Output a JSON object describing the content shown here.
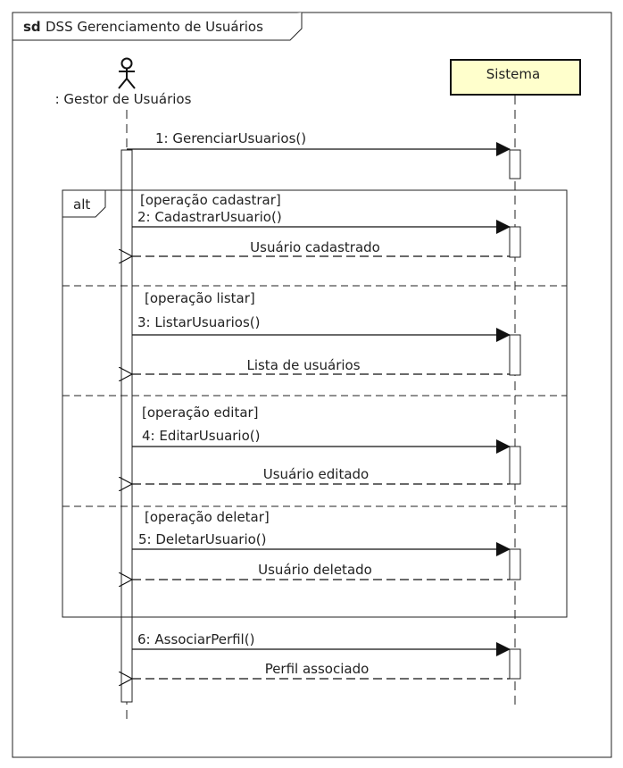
{
  "frame": {
    "keyword": "sd",
    "title": "DSS Gerenciamento de Usuários"
  },
  "actor": {
    "label": ": Gestor de Usuários"
  },
  "system": {
    "label": "Sistema",
    "fill": "#FFFFCC"
  },
  "fragment": {
    "operator": "alt",
    "guards": [
      "[operação cadastrar]",
      "[operação listar]",
      "[operação editar]",
      "[operação deletar]"
    ]
  },
  "messages": {
    "m1": "1: GerenciarUsuarios()",
    "m2": "2: CadastrarUsuario()",
    "r2": "Usuário cadastrado",
    "m3": "3: ListarUsuarios()",
    "r3": "Lista de usuários",
    "m4": "4: EditarUsuario()",
    "r4": "Usuário editado",
    "m5": "5: DeletarUsuario()",
    "r5": "Usuário deletado",
    "m6": "6: AssociarPerfil()",
    "r6": "Perfil associado"
  }
}
